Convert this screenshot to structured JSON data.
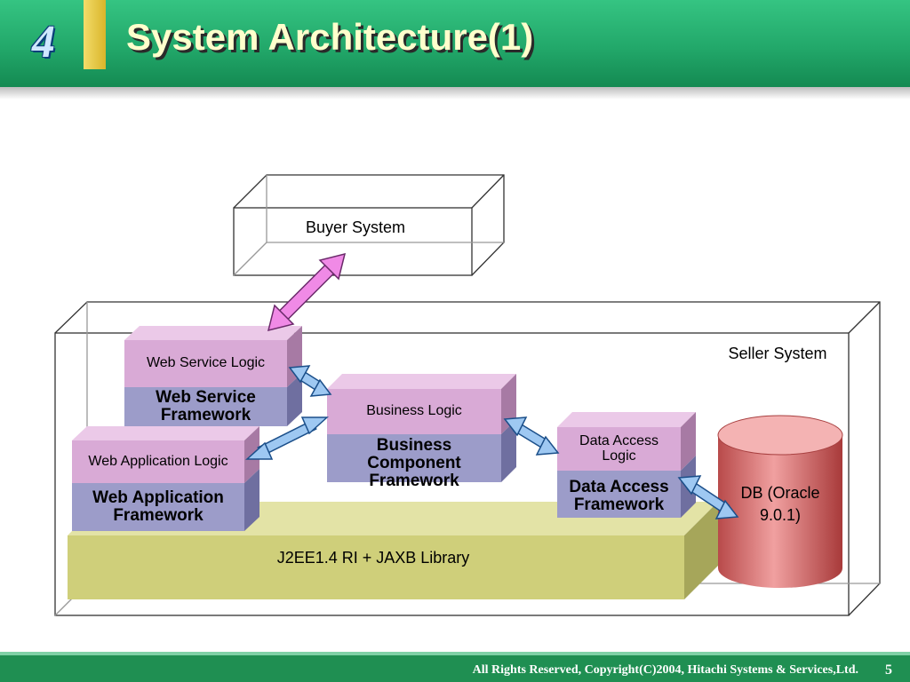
{
  "header": {
    "section_number": "4",
    "title": "System Architecture(1)"
  },
  "diagram": {
    "buyer_system": "Buyer System",
    "seller_system": "Seller System",
    "platform": "J2EE1.4 RI + JAXB Library",
    "web_service_logic": "Web Service Logic",
    "web_service_framework": "Web Service Framework",
    "web_application_logic": "Web Application Logic",
    "web_application_framework": "Web Application Framework",
    "business_logic": "Business Logic",
    "business_component_framework": "Business Component Framework",
    "data_access_logic": "Data Access Logic",
    "data_access_framework": "Data Access Framework",
    "db": "DB (Oracle 9.0.1)",
    "colors": {
      "logic": "#d9aad6",
      "framework": "#9c9cc9",
      "platform": "#cfcf7a",
      "db": "#d96a6a",
      "arrow_blue": "#9ec8f2",
      "arrow_pink": "#f08ae6"
    }
  },
  "footer": {
    "copyright": "All Rights Reserved, Copyright(C)2004, Hitachi Systems & Services,Ltd.",
    "page_number": "5"
  }
}
